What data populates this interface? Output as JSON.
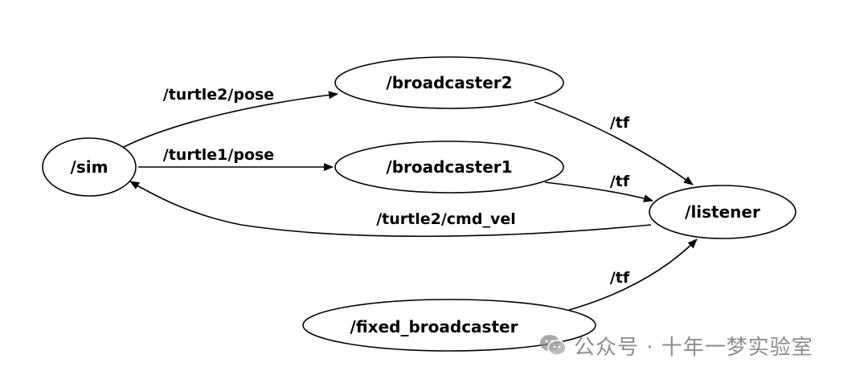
{
  "graph": {
    "nodes": {
      "sim": "/sim",
      "broadcaster2": "/broadcaster2",
      "broadcaster1": "/broadcaster1",
      "listener": "/listener",
      "fixed_broadcaster": "/fixed_broadcaster"
    },
    "edges": {
      "sim_to_broadcaster2": "/turtle2/pose",
      "sim_to_broadcaster1": "/turtle1/pose",
      "broadcaster2_to_listener": "/tf",
      "broadcaster1_to_listener": "/tf",
      "fixed_to_listener": "/tf",
      "listener_to_sim": "/turtle2/cmd_vel"
    }
  },
  "watermark": {
    "text": "公众号 · 十年一梦实验室",
    "icon": "wechat-icon"
  }
}
